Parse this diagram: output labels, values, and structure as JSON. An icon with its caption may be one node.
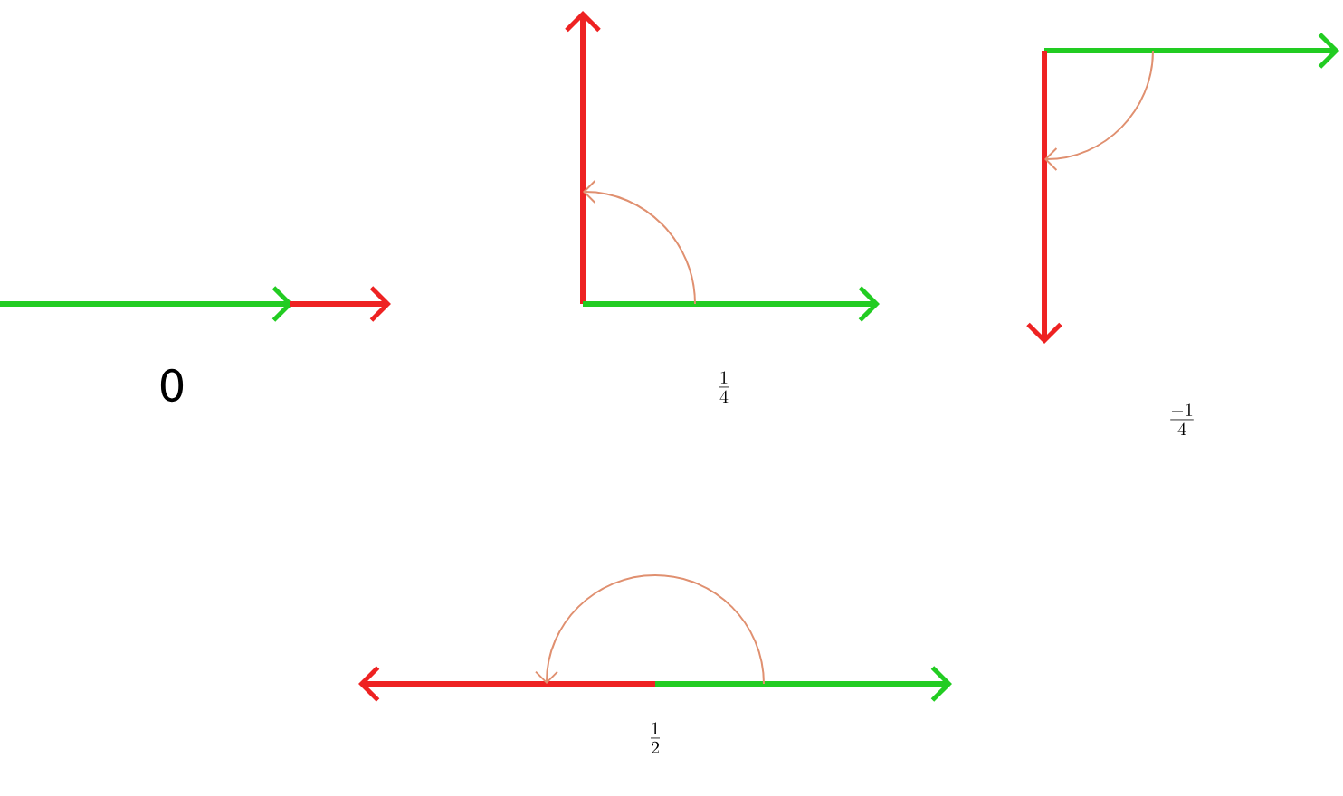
{
  "diagram": {
    "labels": [
      "0",
      "\\frac{1}{4}",
      "\\frac{-1}{4}",
      "\\frac{1}{2}"
    ]
  }
}
